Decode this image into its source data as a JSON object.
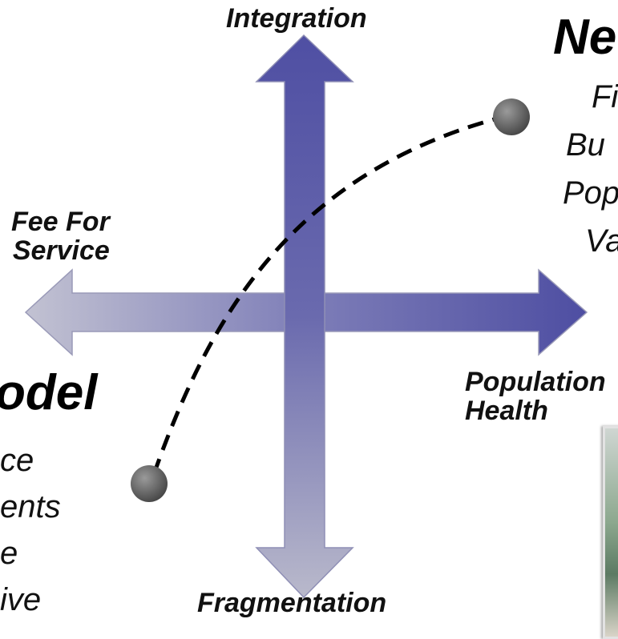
{
  "axes": {
    "top": "Integration",
    "bottom": "Fragmentation",
    "left_line1": "Fee For",
    "left_line2": "Service",
    "right_line1": "Population",
    "right_line2": "Health"
  },
  "new_model": {
    "title_fragment": "Ne",
    "items": [
      "Fi",
      "Bu",
      "Pop",
      "Va"
    ]
  },
  "old_model": {
    "title_fragment": "odel",
    "items": [
      "ce",
      "ents",
      "e",
      "ive"
    ]
  },
  "colors": {
    "arrow_dark": "#4e4ea2",
    "arrow_light": "#b3b3c8",
    "dot": "#666666",
    "path": "#000000"
  }
}
